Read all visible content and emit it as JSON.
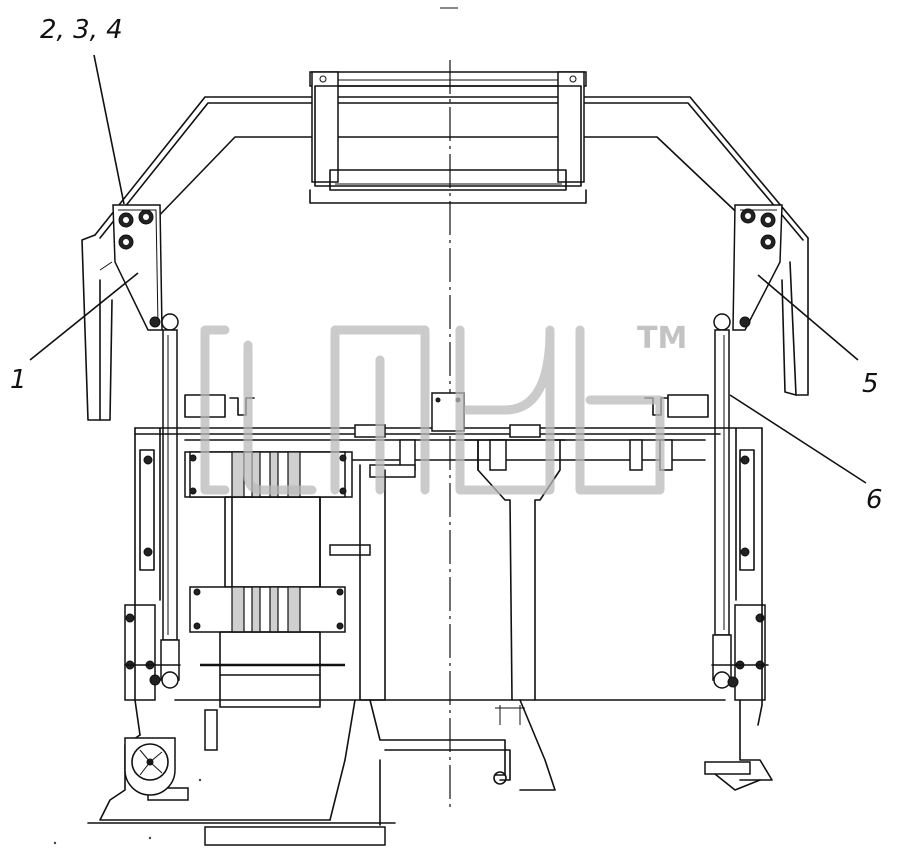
{
  "callouts": {
    "c234": "2, 3, 4",
    "c1": "1",
    "c5": "5",
    "c6": "6"
  },
  "watermark": {
    "trademark": "TM"
  },
  "colors": {
    "line": "#111111",
    "watermark": "#b9b9b9",
    "background": "#ffffff"
  }
}
